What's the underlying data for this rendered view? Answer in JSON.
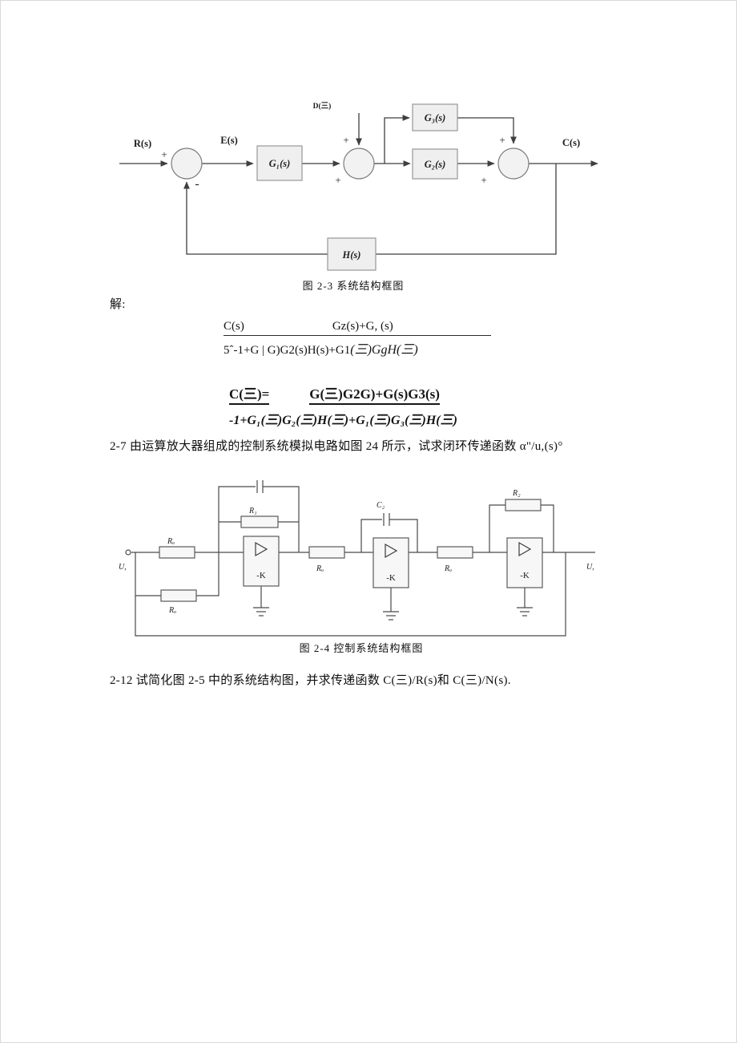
{
  "figure23": {
    "caption": "图 2-3 系统结构框图",
    "labels": {
      "d": "D(三)",
      "r": "R(s)",
      "e": "E(s)",
      "c": "C(s)",
      "g1": "G₁(s)",
      "g2": "G₂(s)",
      "g3": "G₃(s)",
      "h": "H(s)",
      "sum1_plus": "+",
      "sum1_minus": "-",
      "sum2_plus_top": "+",
      "sum2_plus_left": "+",
      "sum3_plus_top": "+",
      "sum3_plus_left": "+"
    }
  },
  "solution": {
    "label": "解:",
    "eq1": {
      "lhs": "C(s)",
      "numerator": "Gz(s)+G, (s)",
      "denominator_plain": "5ˆ-1+G | G)G2(s)H(s)+G1",
      "denominator_italic": "(三)GgH(三)"
    },
    "eq2": {
      "lhs": "C(三)=",
      "numerator": "G(三)G2G)+G(s)G3(s)",
      "denominator": "-1+G₁(三)G₂(三)H(三)+G₁(三)G₃(三)H(三)"
    }
  },
  "problems": {
    "p27": "2-7 由运算放大器组成的控制系统模拟电路如图 24 所示，试求闭环传递函数 α\"/u,(s)°",
    "p212": "2-12 试简化图 2-5 中的系统结构图，并求传递函数 C(三)/R(s)和 C(三)/N(s)."
  },
  "figure24": {
    "caption": "图 2-4 控制系统结构框图",
    "labels": {
      "ur": "U,",
      "uc": "U,",
      "r0_in": "Rₒ",
      "r0_mid1": "Rₒ",
      "r0_mid2": "Rₒ",
      "r0_fb": "Rₒ",
      "r1": "R₁",
      "c2": "C₂",
      "r2": "R₂",
      "k1": "-K",
      "k2": "-K",
      "k3": "-K"
    }
  }
}
